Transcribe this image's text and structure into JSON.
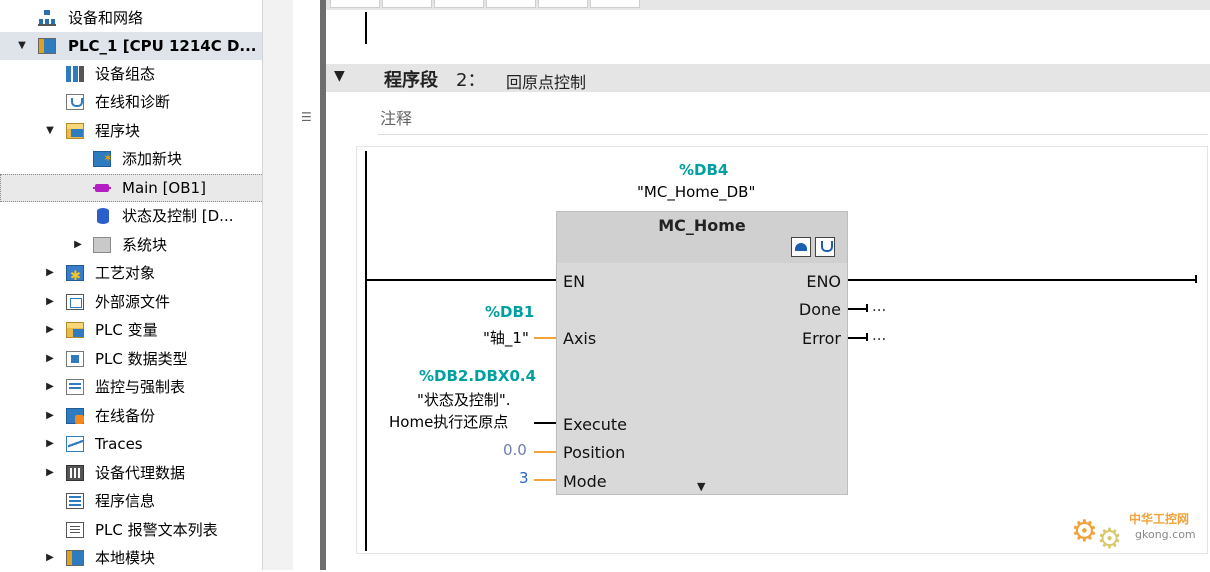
{
  "tree": {
    "items": [
      {
        "label": "设备和网络",
        "icon": "network-icon"
      },
      {
        "label": "PLC_1 [CPU 1214C D...",
        "icon": "plc-icon",
        "expanded": true
      },
      {
        "label": "设备组态",
        "icon": "device-config-icon"
      },
      {
        "label": "在线和诊断",
        "icon": "online-diagnostics-icon"
      },
      {
        "label": "程序块",
        "icon": "program-blocks-folder-icon",
        "expanded": true
      },
      {
        "label": "添加新块",
        "icon": "add-block-icon"
      },
      {
        "label": "Main [OB1]",
        "icon": "ob-icon"
      },
      {
        "label": "状态及控制 [D...",
        "icon": "db-icon"
      },
      {
        "label": "系统块",
        "icon": "system-blocks-icon",
        "expanded": false
      },
      {
        "label": "工艺对象",
        "icon": "technology-objects-icon",
        "expanded": false
      },
      {
        "label": "外部源文件",
        "icon": "external-sources-icon",
        "expanded": false
      },
      {
        "label": "PLC 变量",
        "icon": "plc-tags-icon",
        "expanded": false
      },
      {
        "label": "PLC 数据类型",
        "icon": "plc-data-types-icon",
        "expanded": false
      },
      {
        "label": "监控与强制表",
        "icon": "watch-tables-icon",
        "expanded": false
      },
      {
        "label": "在线备份",
        "icon": "online-backup-icon",
        "expanded": false
      },
      {
        "label": "Traces",
        "icon": "traces-icon",
        "expanded": false
      },
      {
        "label": "设备代理数据",
        "icon": "device-proxy-icon",
        "expanded": false
      },
      {
        "label": "程序信息",
        "icon": "program-info-icon"
      },
      {
        "label": "PLC 报警文本列表",
        "icon": "alarm-text-list-icon"
      },
      {
        "label": "本地模块",
        "icon": "local-modules-icon",
        "expanded": false
      }
    ]
  },
  "network": {
    "title": "程序段",
    "number": "2：",
    "name": "回原点控制",
    "comment_placeholder": "注释"
  },
  "block": {
    "instance_address": "%DB4",
    "instance_name": "\"MC_Home_DB\"",
    "type": "MC_Home",
    "inputs": [
      "EN",
      "Axis",
      "Execute",
      "Position",
      "Mode"
    ],
    "outputs": [
      "ENO",
      "Done",
      "Error"
    ],
    "done_value": "...",
    "error_value": "...",
    "axis_address": "%DB1",
    "axis_name": "\"轴_1\"",
    "execute_address": "%DB2.DBX0.4",
    "execute_name_line1": "\"状态及控制\".",
    "execute_name_line2": "Home执行还原点",
    "position_value": "0.0",
    "mode_value": "3"
  },
  "watermark": {
    "text_cn": "中华工控网",
    "text_en": "gkong.com"
  },
  "colors": {
    "address_teal": "#00a0a0",
    "wire_orange": "#f2a23a",
    "block_gray": "#d9d9d9"
  }
}
